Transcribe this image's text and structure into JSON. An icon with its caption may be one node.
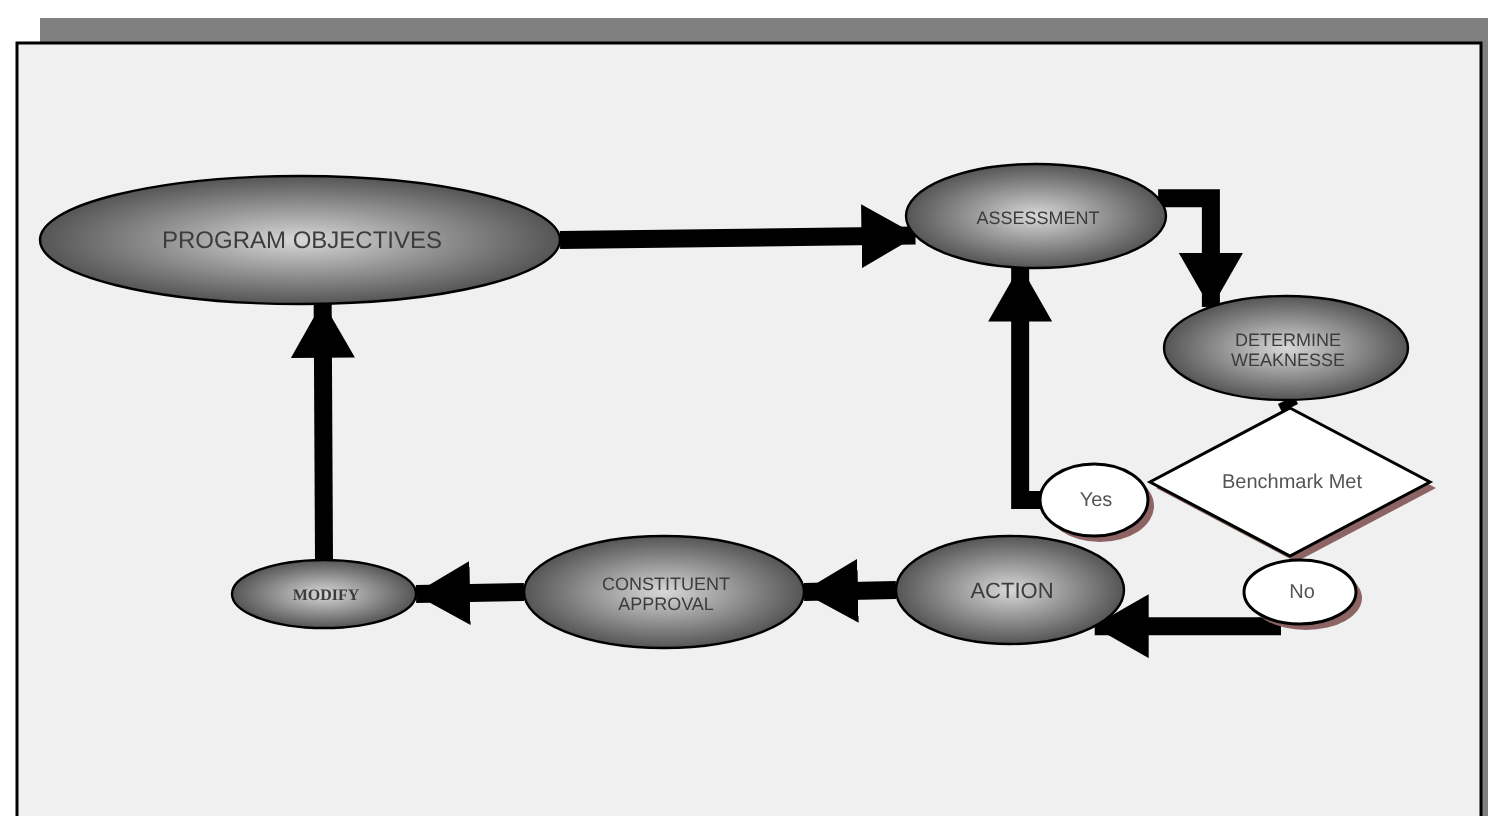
{
  "diagram": {
    "nodes": [
      {
        "text": [
          "PROGRAM OBJECTIVES"
        ]
      },
      {
        "text": [
          "ASSESSMENT"
        ]
      },
      {
        "text": [
          "DETERMINE WEAKNESSE"
        ]
      },
      {
        "text": [
          "Benchmark Met"
        ]
      },
      {
        "text": [
          "Yes"
        ]
      },
      {
        "text": [
          "No"
        ]
      },
      {
        "text": [
          "ACTION"
        ]
      },
      {
        "text": [
          "CONSTITUENT APPROVAL"
        ]
      },
      {
        "text": [
          "MODIFY"
        ]
      }
    ],
    "edges": [
      {
        "from": 0,
        "to": 1,
        "arrow": "to"
      },
      {
        "from": 1,
        "to": 2,
        "arrow": "to"
      },
      {
        "from": 2,
        "to": 3,
        "arrow": "none"
      },
      {
        "from": 4,
        "to": 1,
        "arrow": "to"
      },
      {
        "from": 5,
        "to": 6,
        "arrow": "to"
      },
      {
        "from": 6,
        "to": 7,
        "arrow": "to"
      },
      {
        "from": 7,
        "to": 8,
        "arrow": "to"
      },
      {
        "from": 8,
        "to": 0,
        "arrow": "to"
      }
    ]
  }
}
